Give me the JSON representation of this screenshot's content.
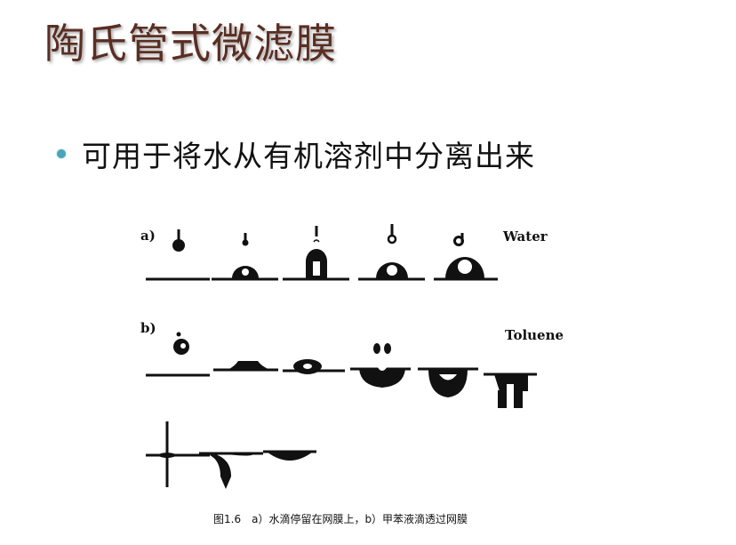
{
  "title": "陶氏管式微滤膜",
  "bullet": {
    "text": "可用于将水从有机溶剂中分离出来",
    "dot_color": "#4aa3b8"
  },
  "colors": {
    "title": "#5a2e22",
    "ink": "#111111"
  },
  "figure": {
    "row_a_label": "a)",
    "row_b_label": "b)",
    "water_label": "Water",
    "toluene_label": "Toluene",
    "caption": "图1.6　a）水滴停留在网膜上，b）甲苯液滴透过网膜"
  }
}
